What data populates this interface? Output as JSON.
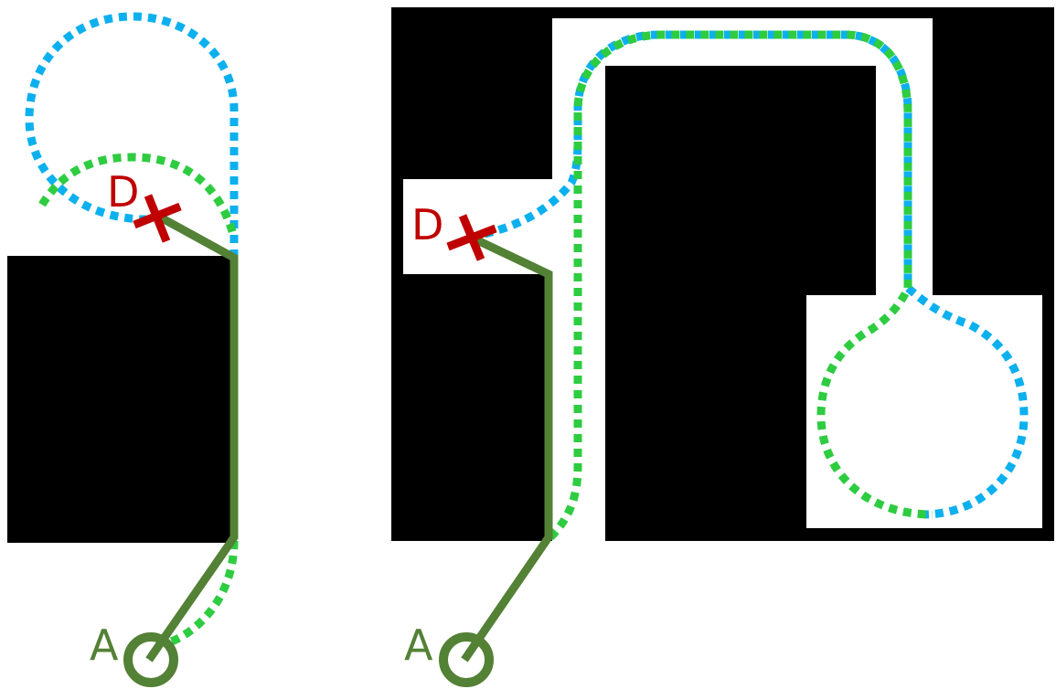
{
  "colors": {
    "obstacle": "#000000",
    "background": "#ffffff",
    "start": "#538135",
    "destination": "#c00000",
    "green_dotted": "#2ecc40",
    "blue_dotted": "#0cb0ef"
  },
  "left_panel": {
    "start_label": "A",
    "dest_label": "D"
  },
  "right_panel": {
    "start_label": "A",
    "dest_label": "D"
  },
  "icons": {
    "start": "start-circle-icon",
    "destination": "destination-x-icon"
  }
}
